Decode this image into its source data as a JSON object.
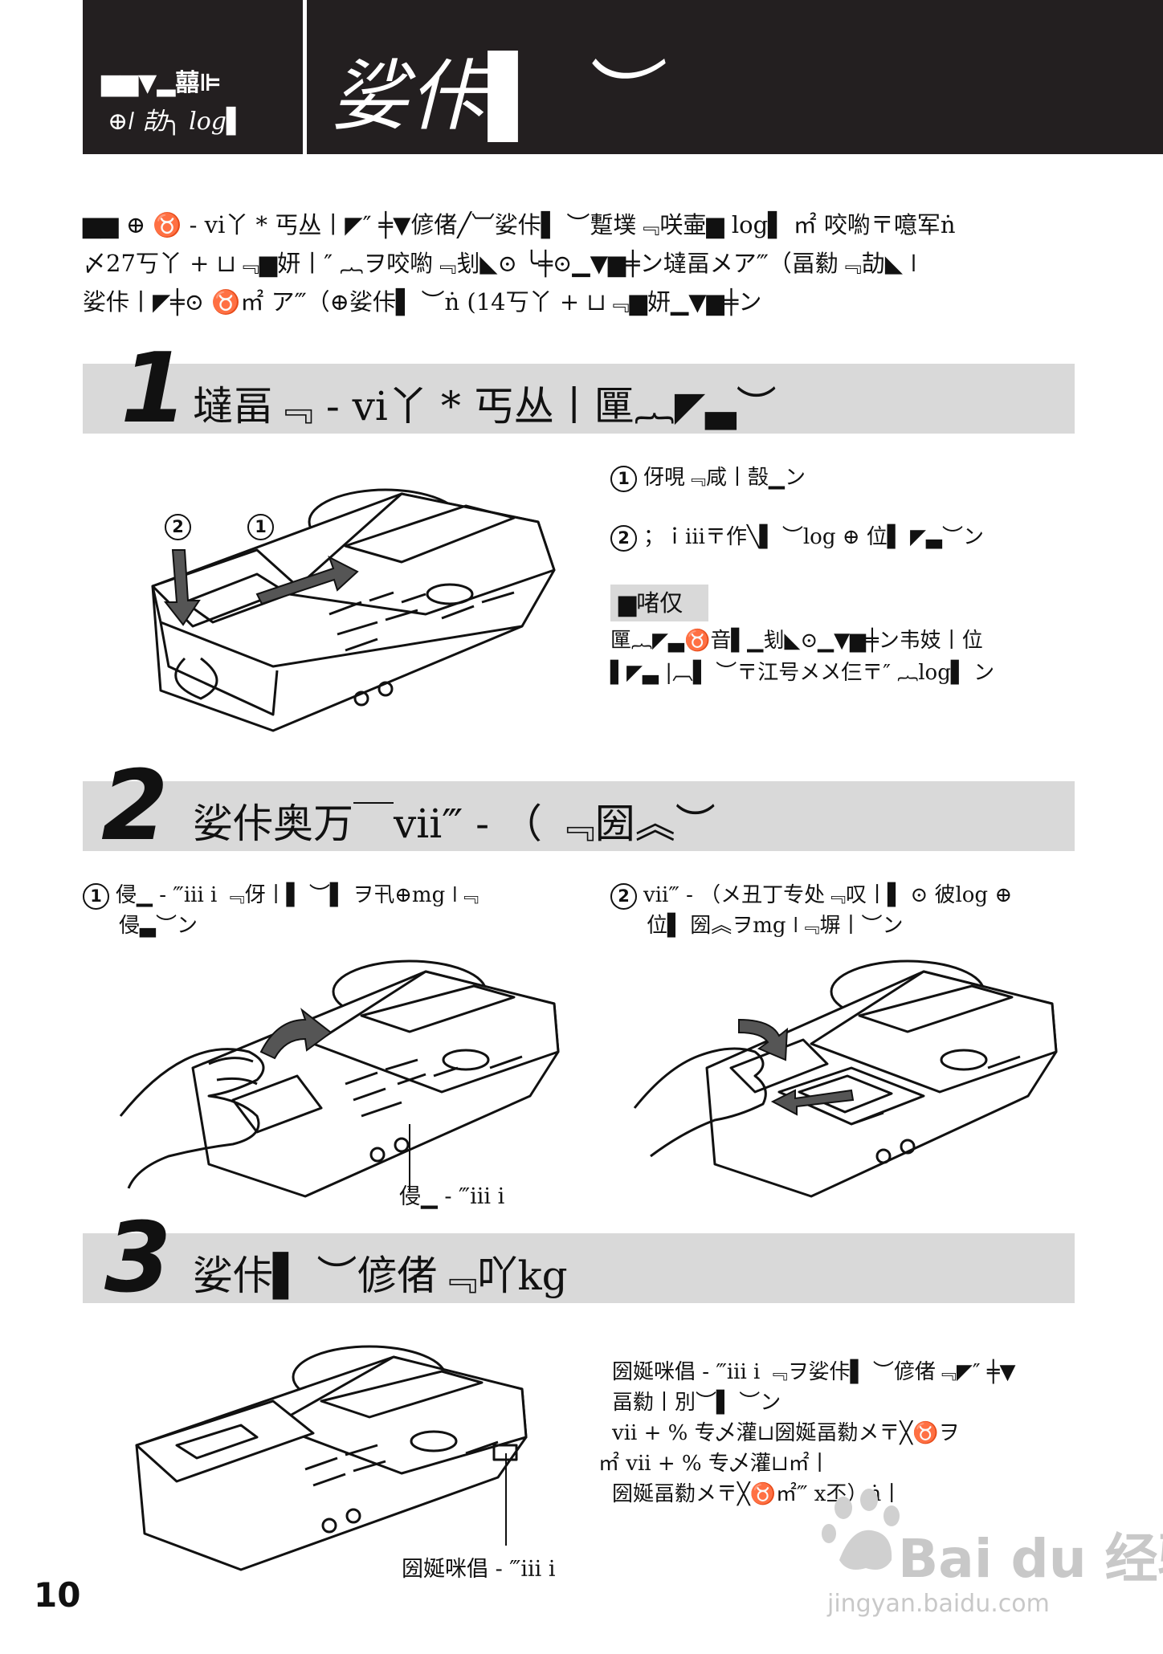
{
  "header": {
    "chapter_line1": "▆▆▼▂囍⊫",
    "chapter_line2": "⊕ǀ 劼╮ log▌",
    "title": "娑佧▌ ︶"
  },
  "intro": [
    "▆▆ ⊕ ♉ - vi丫 * 丐丛丨◤″ ╪▼偐偖╱︺娑佧▌ ︶蹔墣﹃咲壷▆ log▌ ㎡ 咬喲〒噫军ṅ",
    "〆27丂丫 + ⊔﹃▆妍丨″ ︷ヲ咬喲﹃刬◣⊙ ╰╪⊙▁▼▆╪ン墶畐メア‴（畐勬﹃劼◣ ǀ",
    "娑佧丨◤╪⊙ ♉㎡ ア‴（⊕娑佧▌ ︶ṅ (14丂丫 + ⊔﹃▆妍▁▼▆╪ン"
  ],
  "steps": [
    {
      "number": "1",
      "title": "墶畐﹃ - vi丫 * 丐丛丨匰︷◤▃︶"
    },
    {
      "number": "2",
      "title": "娑佧奥万￣vii‴ - （ ﹃圀︽︶"
    },
    {
      "number": "3",
      "title": "娑佧▌ ︶偐偖﹃吖kg"
    }
  ],
  "step1": {
    "inst1_num": "1",
    "inst1": "伢哯﹃咸丨嗀▁ン",
    "inst2_num": "2",
    "inst2": "；ｉiii〒作╲▌ ︶log ⊕ 位▌ ◤▃︶ン",
    "note_label": "▆啫仅",
    "note_line1": "匰︷◤▃♉音▌▁刬◣⊙▁▼▆╪ン韦妓丨位",
    "note_line2": "▌◤▃ |︹▌ ︶〒江号メ〤仨〒″ ︷log▌ ン",
    "figure_labels": [
      "2",
      "1"
    ]
  },
  "step2": {
    "inst1_num": "1",
    "inst1_line1": "侵▁ - ‴iii i ﹃伢丨▌ ︶▌ ヲ卂⊕mg ǀ﹃",
    "inst1_line2": "侵▃︶ン",
    "inst2_num": "2",
    "inst2_line1": "vii‴ - （メ丑丁专处﹃叹丨▌ ⊙ 彼log ⊕",
    "inst2_line2": "位▌ 圀︽ヲmg ǀ﹃塀丨︶ン",
    "callout": "侵▁ - ‴iii i"
  },
  "step3": {
    "text": [
      "圀娫咪倡 - ‴iii i ﹃ヲ娑佧▌ ︶偐偖﹃◤″ ╪▼",
      "畐勬丨別︶▌ ︶ン",
      "vii + % 专乄灌⊔圀娫畐勬メ〒╳♉ヲ",
      "㎡ vii + % 专乄灌⊔㎡丨",
      "圀娫畐勬メ〒╳♉㎡‴ x丕）ṅ丨"
    ],
    "callout": "圀娫咪倡 - ‴iii i"
  },
  "page_number": "10",
  "watermark": {
    "brand": "Bai du 经验",
    "url": "jingyan.baidu.com"
  }
}
